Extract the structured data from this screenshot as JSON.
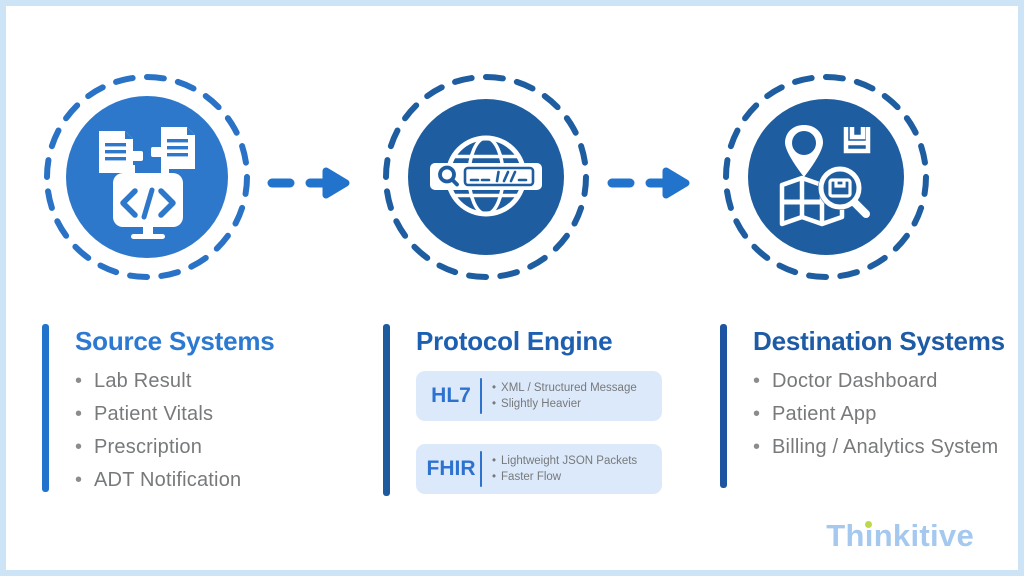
{
  "theme": {
    "background": "#ffffff",
    "frame_border": "#cde4f7",
    "accent_blue": "#2273cb",
    "bright_circle": "#2e78cb",
    "bright_ring": "#2a72c6",
    "dark_circle": "#1e5d9f",
    "heading_source": "#2b79d2",
    "heading_protocol": "#1d5fb0",
    "heading_destination": "#1e5ba6",
    "bar_source": "#2273cb",
    "bar_protocol": "#1d5a9e",
    "bar_destination": "#1d55a0",
    "list_text": "#77797b",
    "bullet_gray": "#8a8c8e",
    "protocol_box_bg": "#dbe9fa",
    "protocol_label": "#2d72cf",
    "logo_text": "#a5c8ef",
    "logo_dot": "#bcd94e"
  },
  "glyphs": {
    "bullet": "•"
  },
  "flow": {
    "nodes": [
      {
        "label": "Source Systems",
        "icon": "documents-code-icon"
      },
      {
        "label": "Protocol Engine",
        "icon": "globe-search-icon"
      },
      {
        "label": "Destination Systems",
        "icon": "map-search-icon"
      }
    ]
  },
  "sections": [
    {
      "title": "Source Systems",
      "items": [
        "Lab Result",
        "Patient Vitals",
        "Prescription",
        "ADT Notification"
      ]
    },
    {
      "title": "Protocol Engine",
      "protocols": [
        {
          "label": "HL7",
          "points": [
            "XML / Structured Message",
            "Slightly Heavier"
          ]
        },
        {
          "label": "FHIR",
          "points": [
            "Lightweight JSON Packets",
            "Faster Flow"
          ]
        }
      ]
    },
    {
      "title": "Destination Systems",
      "items": [
        "Doctor Dashboard",
        "Patient App",
        "Billing / Analytics System"
      ]
    }
  ],
  "logo": {
    "prefix": "Th",
    "dotless_i": "ı",
    "suffix": "nkitive"
  }
}
